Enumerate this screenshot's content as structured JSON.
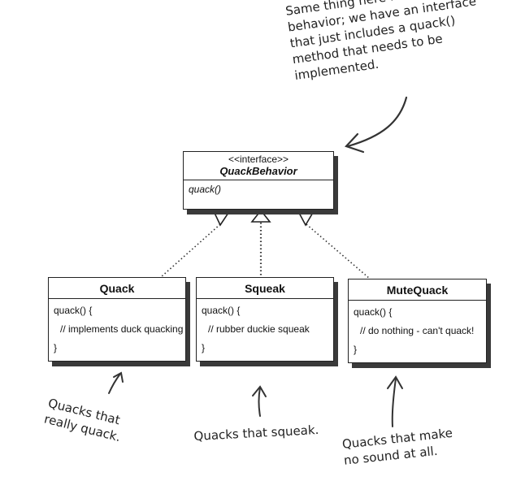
{
  "notes": {
    "top": [
      "Same thing here for the quack",
      "behavior; we have an interface",
      "that just includes a quack()",
      "method that needs to be",
      "implemented."
    ],
    "quack": [
      "Quacks that",
      "really quack."
    ],
    "squeak": [
      "Quacks that squeak."
    ],
    "mute": [
      "Quacks that make",
      "no sound at all."
    ]
  },
  "interface": {
    "stereotype": "<<interface>>",
    "name": "QuackBehavior",
    "method": "quack()"
  },
  "classes": [
    {
      "name": "Quack",
      "lines": [
        "quack() {",
        "// implements duck quacking",
        "}"
      ]
    },
    {
      "name": "Squeak",
      "lines": [
        "quack() {",
        "// rubber duckie squeak",
        "}"
      ]
    },
    {
      "name": "MuteQuack",
      "lines": [
        "quack() {",
        "// do nothing - can't quack!",
        "}"
      ]
    }
  ],
  "colors": {
    "line": "#222222",
    "shadow": "#3a3a3a"
  }
}
